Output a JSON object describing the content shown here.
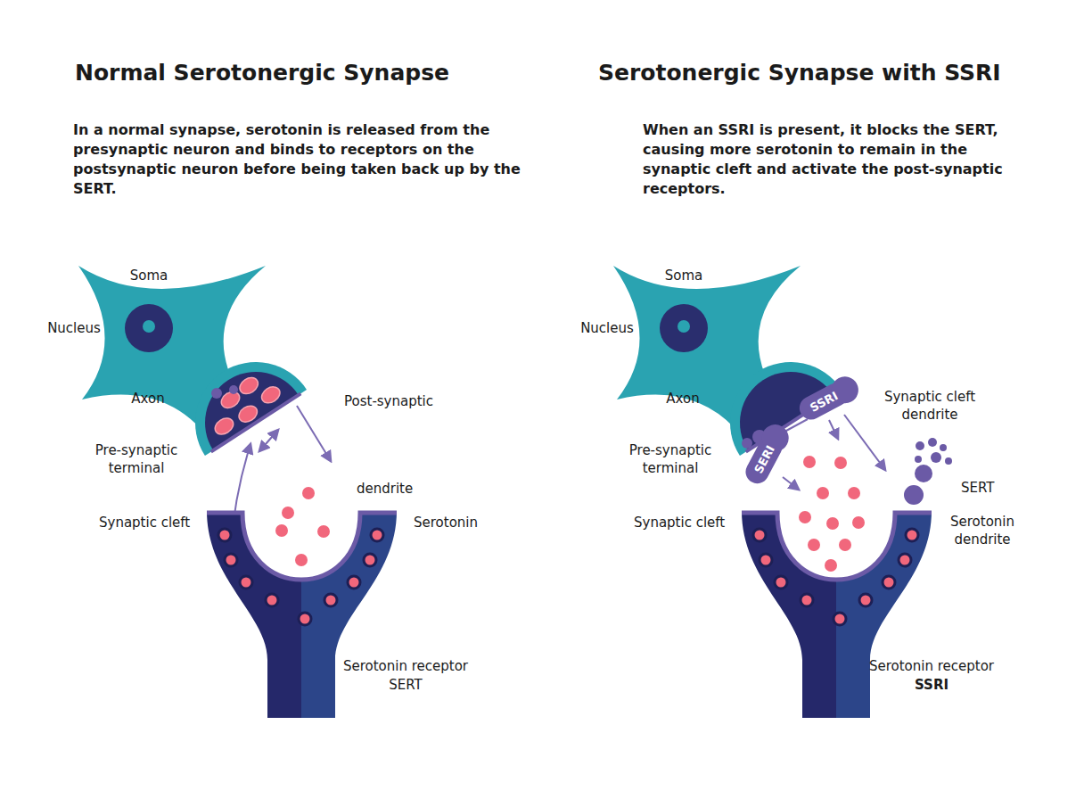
{
  "diagram": {
    "nodes": [
      {
        "text": [
          "SSRI"
        ]
      },
      {
        "text": [
          "SERI"
        ]
      }
    ],
    "labels": [
      "Normal Serotonergic Synapse",
      "Serotonergic Synapse with SSRI",
      "In a normal synapse, serotonin is released from the presynaptic neuron and binds to receptors on the postsynaptic neuron before being taken back up by the SERT.",
      "When an SSRI is present, it blocks the SERT, causing more serotonin to remain in the synaptic cleft and activate the post-synaptic receptors.",
      "Soma",
      "Nucleus",
      "Axon",
      "Post-synaptic",
      "Pre-synaptic terminal",
      "dendrite",
      "Synaptic cleft",
      "Serotonin",
      "Serotonin receptor",
      "SERT",
      "Soma",
      "Nucleus",
      "Axon",
      "Synaptic cleft dendrite",
      "Pre-synaptic terminal",
      "SERT",
      "Synaptic cleft",
      "Serotonin dendrite",
      "Serotonin receptor",
      "SSRI"
    ]
  }
}
